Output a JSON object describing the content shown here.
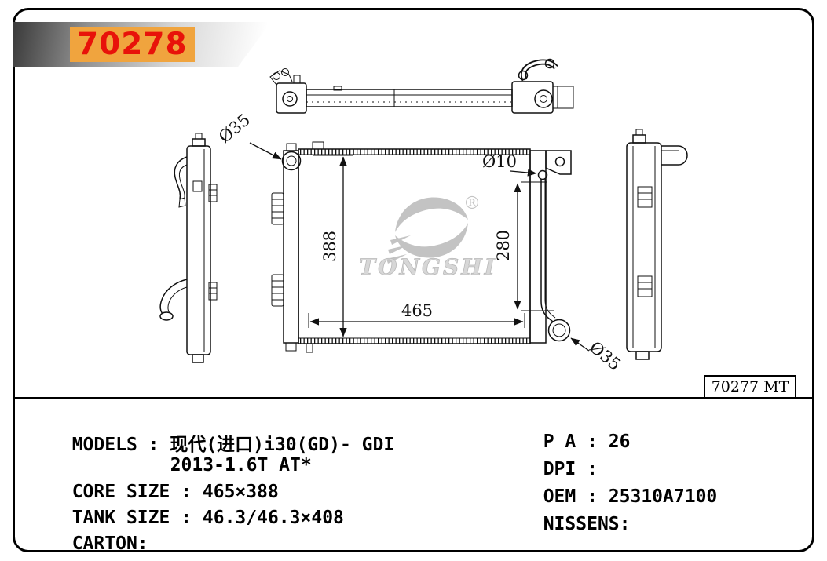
{
  "banner": {
    "part_number": "70278",
    "highlight_color": "#f0a43e",
    "number_color": "#e8120a"
  },
  "ref_box": {
    "text": "70277 MT"
  },
  "watermark": {
    "brand": "TONGSHI",
    "registered": "®"
  },
  "dimensions": {
    "core_height": "388",
    "core_width": "465",
    "pipe_length": "280",
    "inlet_diameter": "Ø35",
    "outlet_diameter": "Ø35",
    "bracket_hole_diameter": "Ø10"
  },
  "specs": {
    "models_label": "MODELS : ",
    "models_value_line1": "现代(进口)i30(GD)- GDI",
    "models_value_line2": "2013-1.6T AT*",
    "core_size_label": "CORE SIZE : ",
    "core_size_value": "465×388",
    "tank_size_label": "TANK SIZE : ",
    "tank_size_value": "46.3/46.3×408",
    "carton_label": "CARTON:",
    "pa_label": "P A : ",
    "pa_value": "26",
    "dpi_label": "DPI : ",
    "oem_label": "OEM : ",
    "oem_value": "25310A7100",
    "nissens_label": "NISSENS:"
  }
}
